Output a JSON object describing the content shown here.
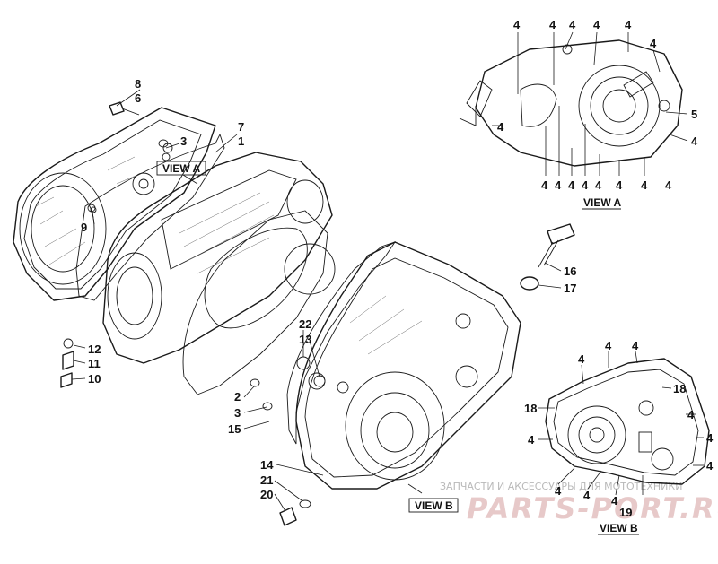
{
  "diagram": {
    "views": [
      {
        "id": "view-a",
        "label": "VIEW A"
      },
      {
        "id": "view-a-ref",
        "label": "VIEW A"
      },
      {
        "id": "view-b",
        "label": "VIEW B"
      },
      {
        "id": "view-b-ref",
        "label": "VIEW B"
      }
    ],
    "callouts": {
      "main": [
        "8",
        "6",
        "3",
        "7",
        "1",
        "9",
        "12",
        "11",
        "10",
        "2",
        "3",
        "15",
        "22",
        "13",
        "14",
        "21",
        "20",
        "16",
        "17"
      ],
      "view_a": [
        "4",
        "4",
        "4",
        "4",
        "4",
        "4",
        "4",
        "5",
        "4",
        "4",
        "4",
        "4",
        "4",
        "4",
        "4",
        "4",
        "4"
      ],
      "view_b": [
        "4",
        "4",
        "4",
        "18",
        "18",
        "4",
        "4",
        "4",
        "4",
        "4",
        "4",
        "4",
        "19"
      ]
    },
    "colors": {
      "ink": "#1a1a1a",
      "watermark_text": "#b9b9b9",
      "watermark_brand": "#e7c9c9"
    }
  },
  "watermark": {
    "text": "ЗАПЧАСТИ И АКСЕССУАРЫ ДЛЯ МОТОТЕХНИКИ",
    "brand": "PARTS-PORT.RU"
  }
}
